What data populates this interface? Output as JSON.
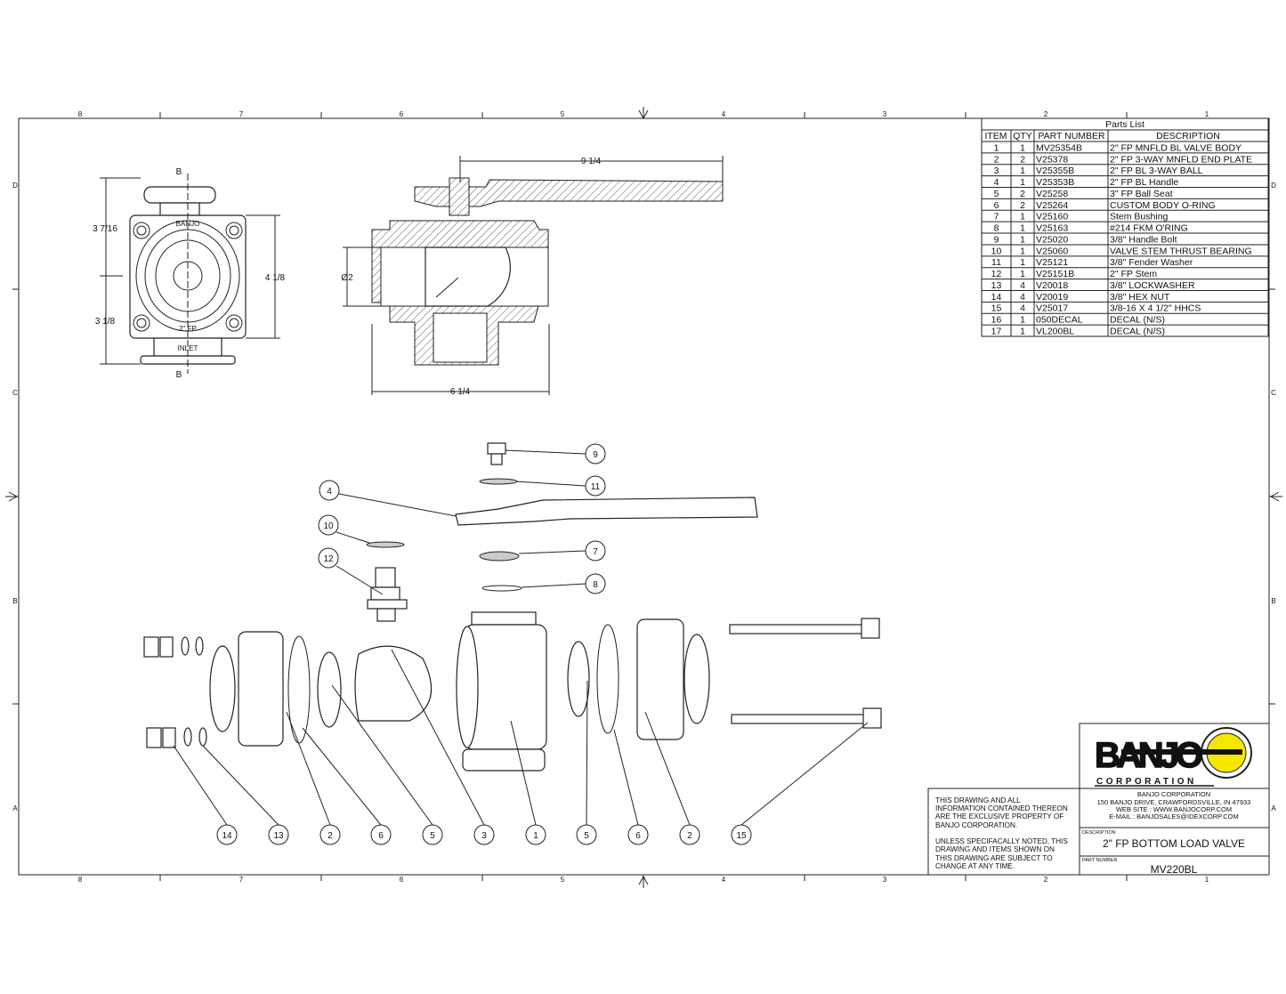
{
  "zones": {
    "columns": [
      "8",
      "7",
      "6",
      "5",
      "4",
      "3",
      "2",
      "1"
    ],
    "rows": [
      "D",
      "C",
      "B",
      "A"
    ]
  },
  "views": {
    "front": {
      "section_label_top": "B",
      "section_label_bottom": "B",
      "dim_upper": "3 7/16",
      "dim_lower": "3 1/8",
      "dim_height": "4 1/8",
      "badge_top": "BANJO",
      "badge_size": "2\" FP",
      "badge_inlet": "INLET"
    },
    "section": {
      "dim_handle": "9 1/4",
      "dim_bore": "Ø2",
      "dim_width": "6 1/4"
    }
  },
  "balloons": {
    "upper": [
      {
        "label": "9"
      },
      {
        "label": "11"
      },
      {
        "label": "4"
      },
      {
        "label": "10"
      },
      {
        "label": "12"
      },
      {
        "label": "7"
      },
      {
        "label": "8"
      }
    ],
    "bottom": [
      {
        "label": "14"
      },
      {
        "label": "13"
      },
      {
        "label": "2"
      },
      {
        "label": "6"
      },
      {
        "label": "5"
      },
      {
        "label": "3"
      },
      {
        "label": "1"
      },
      {
        "label": "5"
      },
      {
        "label": "6"
      },
      {
        "label": "2"
      },
      {
        "label": "15"
      }
    ]
  },
  "parts_list": {
    "title": "Parts List",
    "headers": [
      "ITEM",
      "QTY",
      "PART NUMBER",
      "DESCRIPTION"
    ],
    "rows": [
      [
        "1",
        "1",
        "MV25354B",
        "2\" FP MNFLD BL VALVE BODY"
      ],
      [
        "2",
        "2",
        "V25378",
        "2\" FP 3-WAY MNFLD END PLATE"
      ],
      [
        "3",
        "1",
        "V25355B",
        "2\" FP BL 3-WAY BALL"
      ],
      [
        "4",
        "1",
        "V25353B",
        "2\" FP BL Handle"
      ],
      [
        "5",
        "2",
        "V25258",
        "3\" FP Ball Seat"
      ],
      [
        "6",
        "2",
        "V25264",
        "CUSTOM BODY O-RING"
      ],
      [
        "7",
        "1",
        "V25160",
        "Stem Bushing"
      ],
      [
        "8",
        "1",
        "V25163",
        "#214 FKM O'RING"
      ],
      [
        "9",
        "1",
        "V25020",
        "3/8\" Handle Bolt"
      ],
      [
        "10",
        "1",
        "V25060",
        "VALVE STEM THRUST BEARING"
      ],
      [
        "11",
        "1",
        "V25121",
        "3/8\" Fender Washer"
      ],
      [
        "12",
        "1",
        "V25151B",
        "2\" FP Stem"
      ],
      [
        "13",
        "4",
        "V20018",
        "3/8\" LOCKWASHER"
      ],
      [
        "14",
        "4",
        "V20019",
        "3/8\" HEX NUT"
      ],
      [
        "15",
        "4",
        "V25017",
        "3/8-16 X 4 1/2\" HHCS"
      ],
      [
        "16",
        "1",
        "050DECAL",
        "DECAL (N/S)"
      ],
      [
        "17",
        "1",
        "VL200BL",
        "DECAL (N/S)"
      ]
    ]
  },
  "title_block": {
    "logo_text": "BANJO",
    "logo_subtext": "CORPORATION",
    "company": "BANJO CORPORATION",
    "address": "150 BANJO DRIVE, CRAWFORDSVILLE, IN 47933",
    "website": "WEB SITE : WWW.BANJOCORP.COM",
    "email": "E-MAIL : BANJOSALES@IDEXCORP.COM",
    "description_label": "DESCRIPTION",
    "description": "2\" FP BOTTOM LOAD VALVE",
    "part_number_label": "PART NUMBER",
    "part_number": "MV220BL",
    "notice_lines": [
      "THIS DRAWING AND ALL",
      "INFORMATION CONTAINED THEREON",
      "ARE THE EXCLUSIVE PROPERTY OF",
      "BANJO CORPORATION.",
      "UNLESS SPECIFACALLY NOTED, THIS",
      "DRAWING AND ITEMS SHOWN ON",
      "THIS DRAWING ARE SUBJECT TO",
      "CHANGE AT ANY TIME."
    ]
  },
  "colors": {
    "logo_yellow": "#f5e600",
    "line": "#222222"
  }
}
